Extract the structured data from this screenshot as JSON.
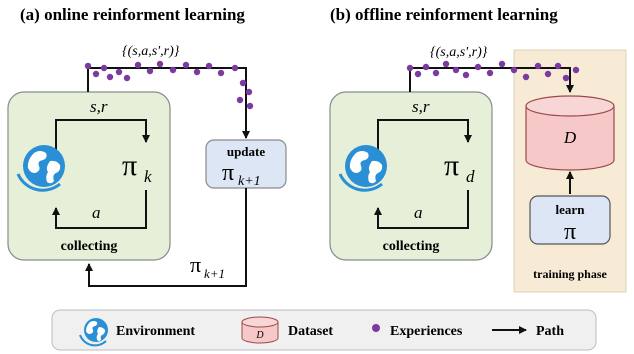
{
  "panel_a": {
    "title": "(a) online reinforment learning",
    "tuple": "{(s,a,s',r)}",
    "state_reward": "s,r",
    "action": "a",
    "collect_label": "collecting",
    "policy": "π",
    "policy_sub": "k",
    "update_label": "update",
    "update_policy": "π",
    "update_sub": "k+1",
    "return_policy": "π",
    "return_sub": "k+1"
  },
  "panel_b": {
    "title": "(b) offline reinforment learning",
    "tuple": "{(s,a,s',r)}",
    "state_reward": "s,r",
    "action": "a",
    "collect_label": "collecting",
    "policy": "π",
    "policy_sub": "d",
    "dataset_label": "D",
    "learn_label": "learn",
    "learn_policy": "π",
    "phase_label": "training phase"
  },
  "legend": {
    "environment": "Environment",
    "dataset_icon_label": "D",
    "dataset": "Dataset",
    "experiences": "Experiences",
    "path": "Path"
  },
  "colors": {
    "green_box_fill": "#e6f0d8",
    "green_box_stroke": "#7a7a7a",
    "blue_box_fill": "#dde6f5",
    "dataset_fill": "#f6c8c8",
    "dataset_stroke": "#9a4a4a",
    "phase_fill": "#f7ebd6",
    "dot": "#7a3aa0",
    "globe": "#2a8fd4",
    "legend_bg": "#f0f0f0"
  }
}
